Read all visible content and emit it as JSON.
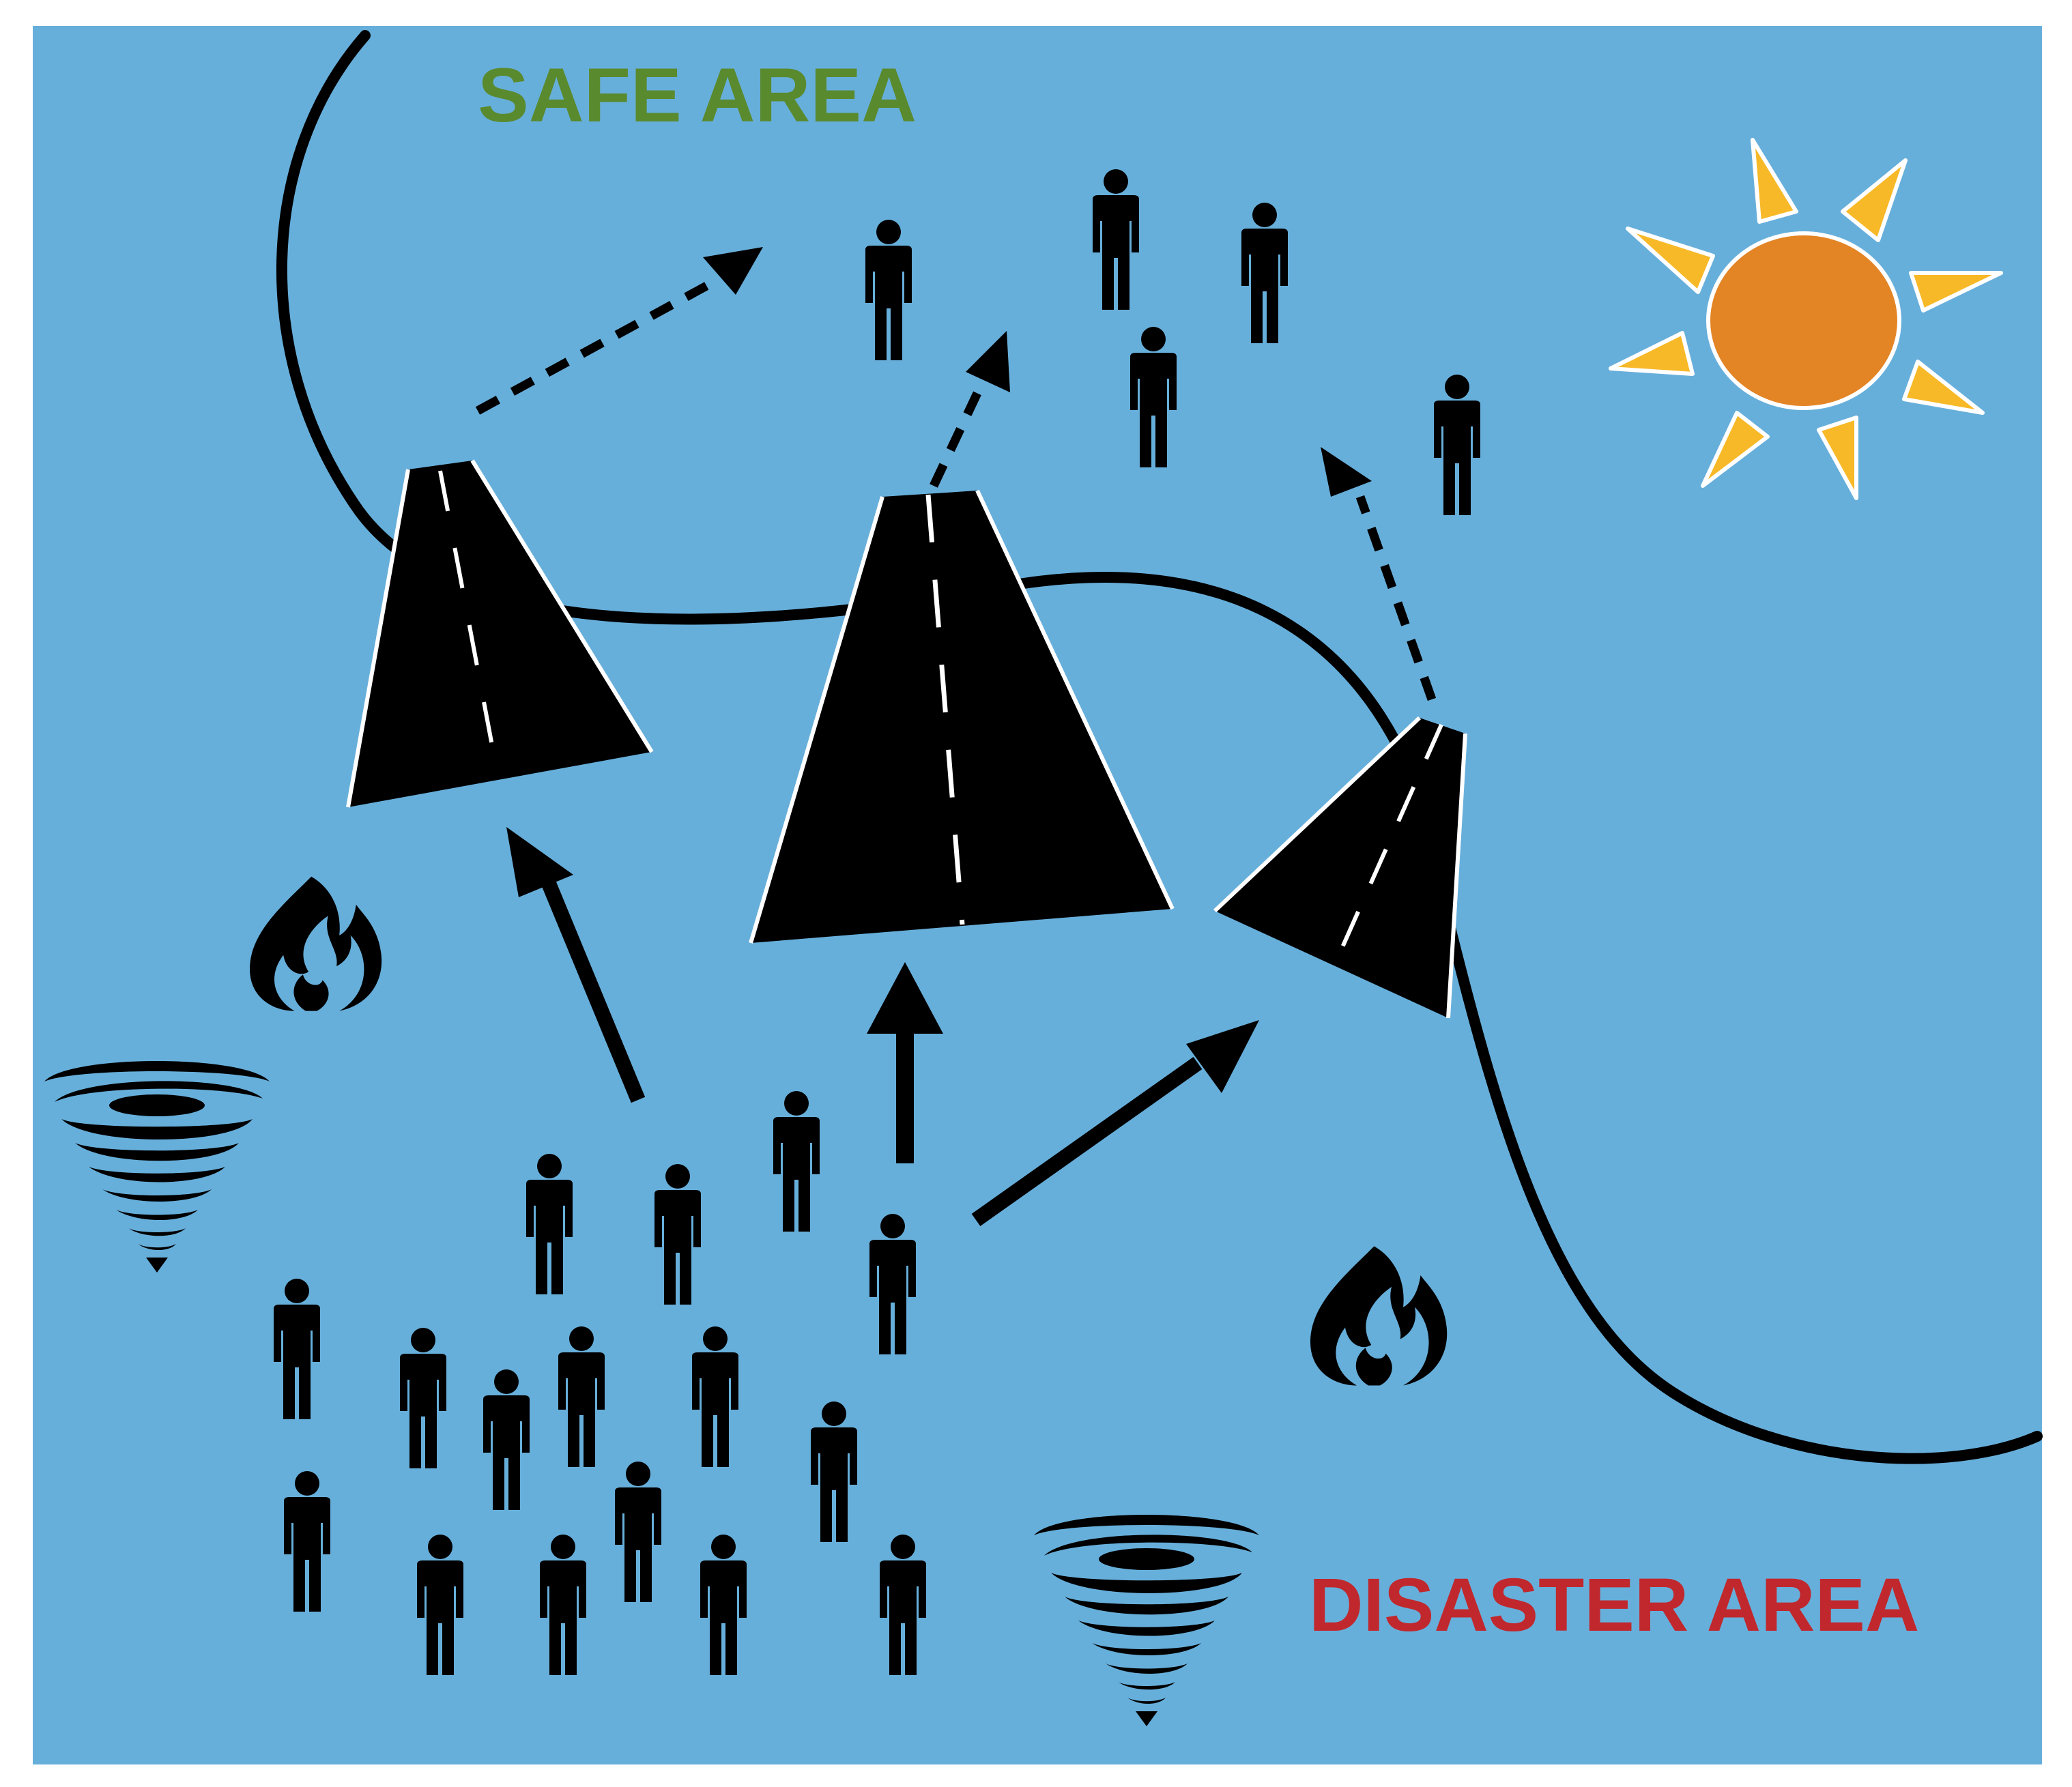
{
  "labels": {
    "safe_area": "SAFE AREA",
    "disaster_area": "DISASTER AREA"
  },
  "colors": {
    "background": "#67afdb",
    "safe_label": "#5a8a2e",
    "disaster_label": "#c0282d",
    "sun_body": "#e38425",
    "sun_rays": "#f7b928",
    "ink": "#000000"
  },
  "icons": {
    "person": "person-icon",
    "road": "road-icon",
    "fire": "fire-icon",
    "tornado": "tornado-icon",
    "sun": "sun-icon",
    "boundary": "boundary-line",
    "solid_arrow": "solid-arrow-icon",
    "dashed_arrow": "dashed-arrow-icon"
  }
}
